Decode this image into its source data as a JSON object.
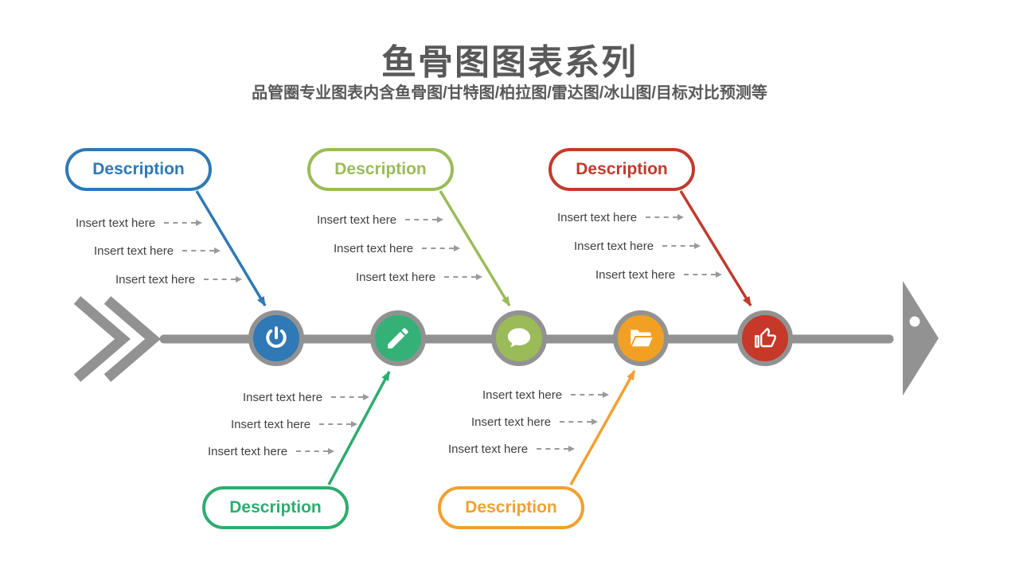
{
  "header": {
    "title": "鱼骨图图表系列",
    "subtitle": "品管圈专业图表内含鱼骨图/甘特图/柏拉图/雷达图/冰山图/目标对比预测等"
  },
  "palette": {
    "blue": "#2E79B6",
    "olive_green": "#9BBB59",
    "red": "#C13B2B",
    "emerald_green": "#2EAC6F",
    "orange": "#F2A031",
    "skeleton_gray": "#929292",
    "body_text": "#404040",
    "heading_text": "#595959"
  },
  "branches": [
    {
      "label": "Description",
      "color": "#2E79B6",
      "side": "top",
      "icon": "power-icon",
      "items": [
        "Insert text here",
        "Insert text here",
        "Insert text here"
      ]
    },
    {
      "label": "Description",
      "color": "#2EAC6F",
      "side": "bottom",
      "icon": "pencil-icon",
      "items": [
        "Insert text here",
        "Insert text here",
        "Insert text here"
      ]
    },
    {
      "label": "Description",
      "color": "#9BBB59",
      "side": "top",
      "icon": "speech-bubble-icon",
      "items": [
        "Insert text here",
        "Insert text here",
        "Insert text here"
      ]
    },
    {
      "label": "Description",
      "color": "#F2A031",
      "side": "bottom",
      "icon": "open-folder-icon",
      "items": [
        "Insert text here",
        "Insert text here",
        "Insert text here"
      ]
    },
    {
      "label": "Description",
      "color": "#C13B2B",
      "side": "top",
      "icon": "thumbs-up-icon",
      "items": [
        "Insert text here",
        "Insert text here",
        "Insert text here"
      ]
    }
  ]
}
